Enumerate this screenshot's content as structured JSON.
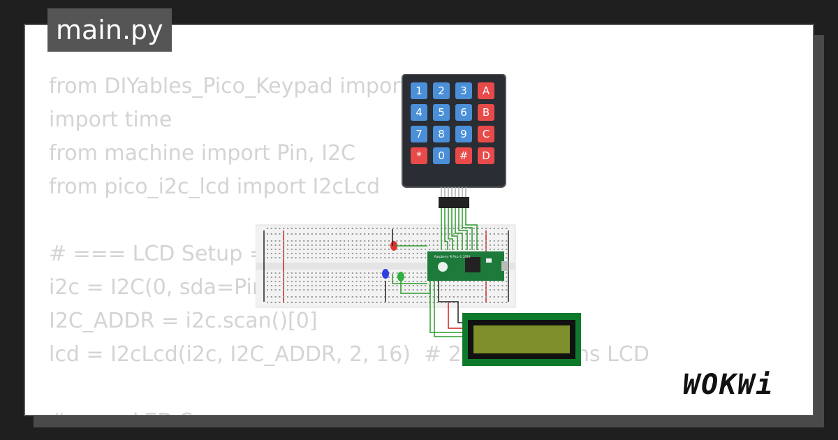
{
  "tab": {
    "label": "main.py"
  },
  "code": {
    "lines": [
      "from DIYables_Pico_Keypad import",
      "import time",
      "from machine import Pin, I2C",
      "from pico_i2c_lcd import I2cLcd",
      "",
      "# === LCD Setup ===",
      "i2c = I2C(0, sda=Pin(                  0000)",
      "I2C_ADDR = i2c.scan()[0]",
      "lcd = I2cLcd(i2c, I2C_ADDR, 2, 16)  # 2 ro          mns LCD",
      "",
      "# === LED S"
    ]
  },
  "keypad": {
    "keys": [
      [
        "1",
        "2",
        "3",
        "A"
      ],
      [
        "4",
        "5",
        "6",
        "B"
      ],
      [
        "7",
        "8",
        "9",
        "C"
      ],
      [
        "*",
        "0",
        "#",
        "D"
      ]
    ],
    "num_color": "#4a8fd8",
    "op_color": "#e84a4a"
  },
  "leds": [
    {
      "color": "#e03030",
      "label": "red-led"
    },
    {
      "color": "#3040e0",
      "label": "blue-led"
    },
    {
      "color": "#30b040",
      "label": "green-led"
    }
  ],
  "pico": {
    "board_text": "Raspberry Pi Pico © 2020",
    "color": "#1e7a3a"
  },
  "lcd": {
    "frame_color": "#0d7a2b",
    "screen_color": "#7f8f2a"
  },
  "logo": {
    "text": "WOKWi"
  }
}
